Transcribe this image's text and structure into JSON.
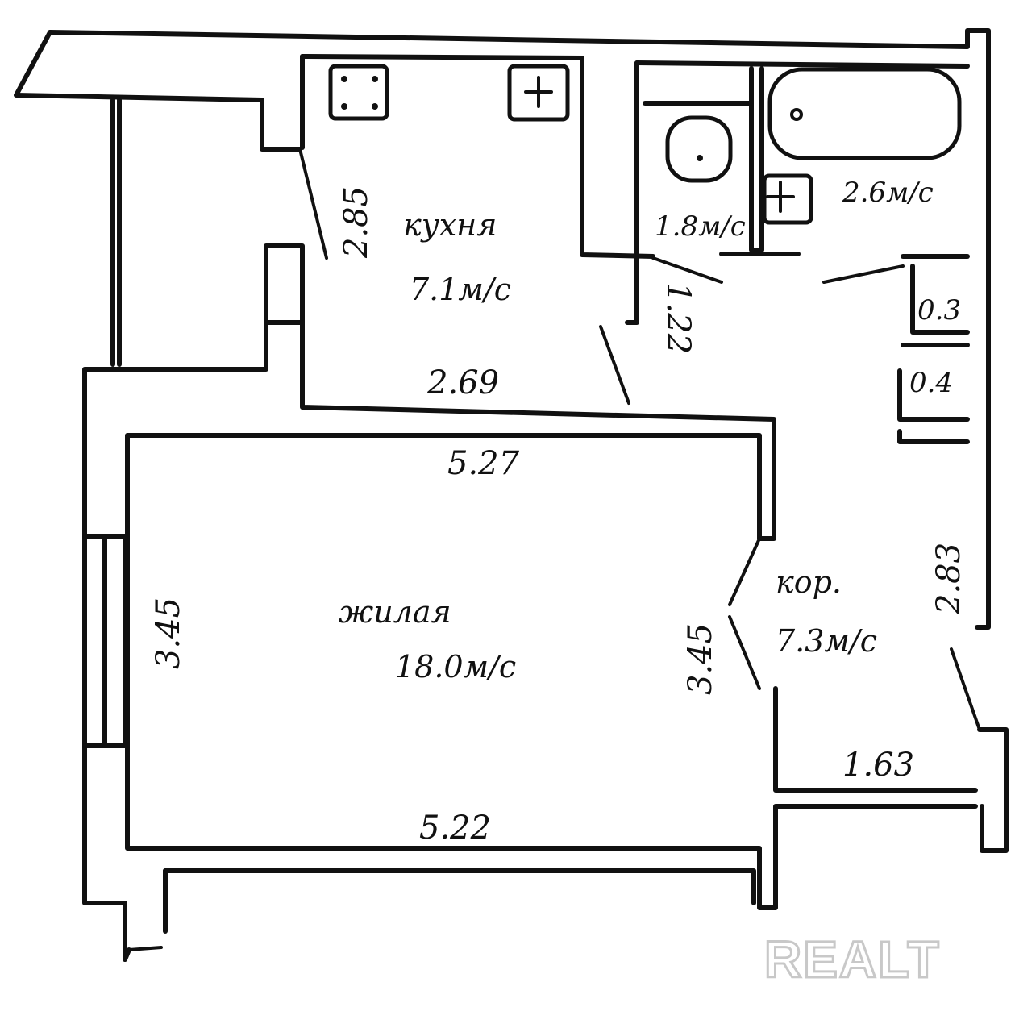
{
  "rooms": {
    "kitchen": {
      "name": "кухня",
      "area": "7.1м/с"
    },
    "living": {
      "name": "жилая",
      "area": "18.0м/с"
    },
    "corridor": {
      "name": "кор.",
      "area": "7.3м/с"
    },
    "toilet": {
      "area": "1.8м/с"
    },
    "bath": {
      "area": "2.6м/с"
    }
  },
  "dimensions": {
    "kitchen_side": "2.85",
    "kitchen_bottom": "2.69",
    "door_width": "1.22",
    "living_top": "5.27",
    "living_bottom": "5.22",
    "living_left": "3.45",
    "living_right": "3.45",
    "corridor_side": "2.83",
    "corridor_bottom": "1.63",
    "closet_1": "0.3",
    "closet_2": "0.4"
  },
  "watermark": "REALT"
}
